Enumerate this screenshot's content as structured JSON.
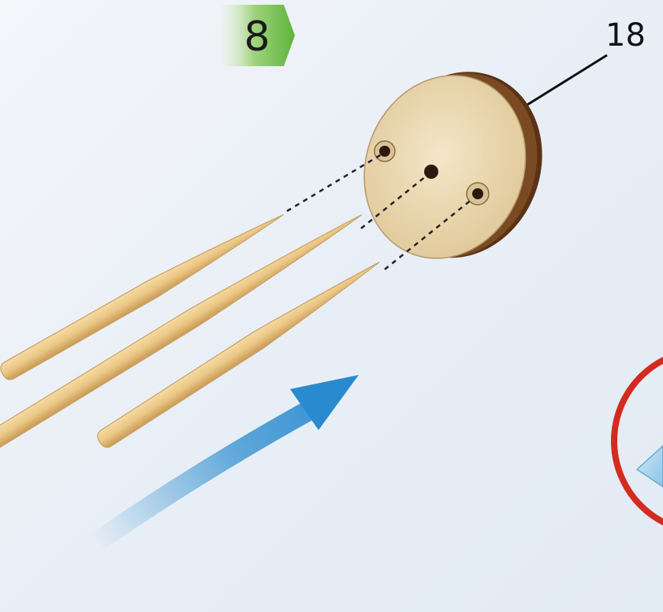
{
  "step": {
    "number": "8",
    "badge_color": "#6fbd4a"
  },
  "callout": {
    "part_number": "18"
  },
  "parts": {
    "disc": {
      "icon": "wooden-disc-icon",
      "face_color": "#ecd9b0",
      "edge_color": "#5a3214",
      "hole_count": 3
    },
    "sticks": {
      "icon": "wooden-stick-icon",
      "count": 3,
      "color": "#e9c88a"
    }
  },
  "direction_arrow": {
    "icon": "arrow-up-right-icon",
    "color": "#2f8fd0"
  },
  "highlight_circle": {
    "icon": "red-circle-icon",
    "color": "#d42a20"
  }
}
